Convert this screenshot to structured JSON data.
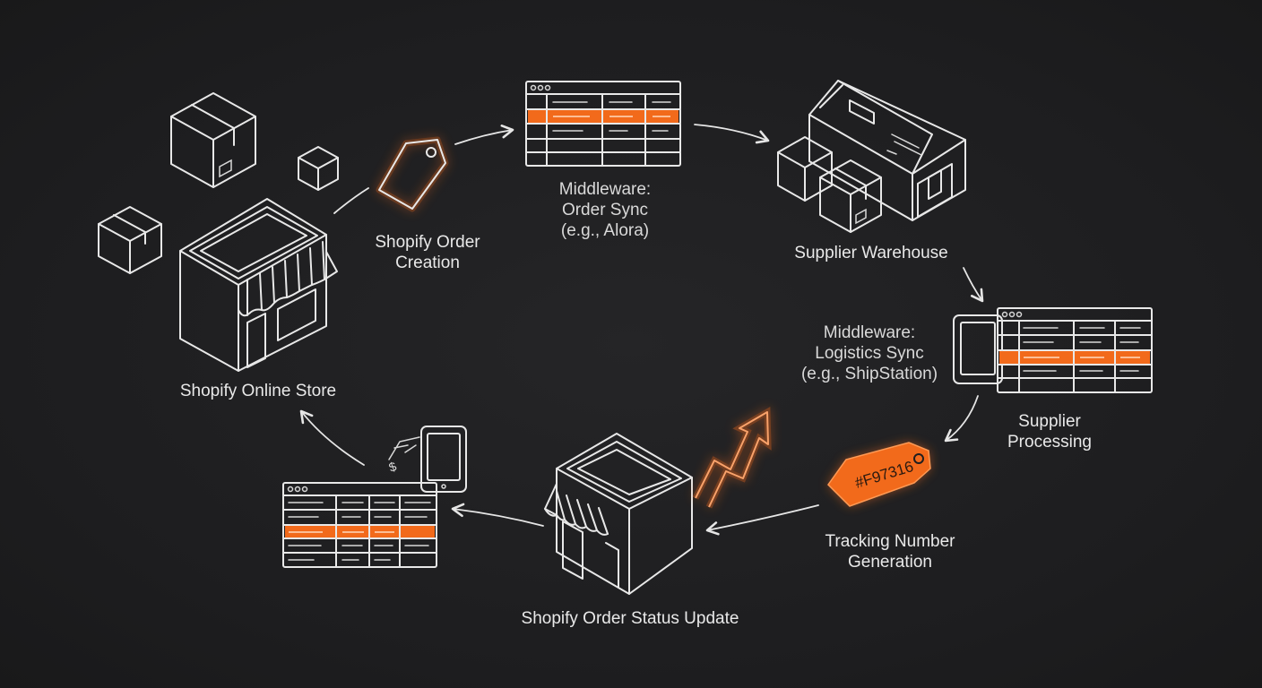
{
  "labels": {
    "online_store": "Shopify Online Store",
    "order_creation": "Shopify Order\nCreation",
    "order_sync": "Middleware:\nOrder Sync\n(e.g., Alora)",
    "supplier_warehouse": "Supplier Warehouse",
    "logistics_sync": "Middleware:\nLogistics Sync\n(e.g., ShipStation)",
    "supplier_processing": "Supplier\nProcessing",
    "tracking_generation": "Tracking Number\nGeneration",
    "status_update": "Shopify Order Status Update"
  },
  "tracking_tag_text": "#F97316",
  "colors": {
    "background": "#1e1e20",
    "line": "#e8e8e8",
    "accent": "#f26a1b"
  }
}
